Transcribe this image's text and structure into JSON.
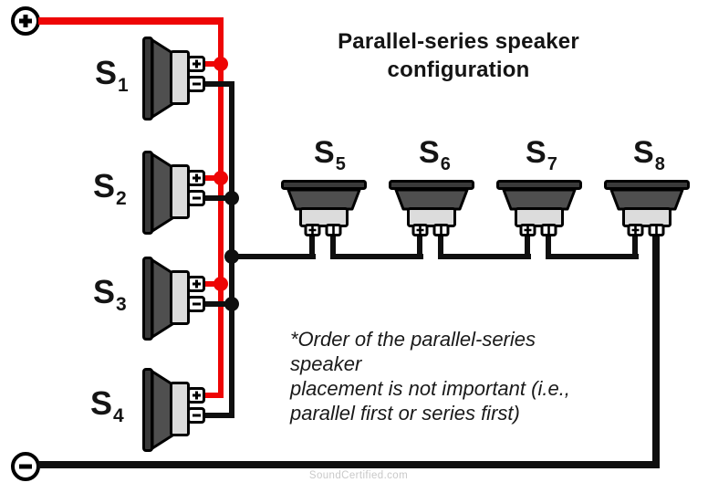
{
  "title": "Parallel-series speaker\nconfiguration",
  "note": "*Order of the parallel-series speaker\nplacement is not important (i.e.,\nparallel first or series first)",
  "watermark": "SoundCertified.com",
  "colors": {
    "positive_wire": "#ee0505",
    "negative_wire": "#0f0f0f",
    "cone": "#4f4f4f",
    "flange": "#3a3a3a",
    "magnet": "#dcdcdc",
    "watermark": "#c9c9c9"
  },
  "source": {
    "positive_symbol": "+",
    "negative_symbol": "−"
  },
  "speakers": [
    {
      "id": "S1",
      "label": "S",
      "sub": "1",
      "group": "parallel"
    },
    {
      "id": "S2",
      "label": "S",
      "sub": "2",
      "group": "parallel"
    },
    {
      "id": "S3",
      "label": "S",
      "sub": "3",
      "group": "parallel"
    },
    {
      "id": "S4",
      "label": "S",
      "sub": "4",
      "group": "parallel"
    },
    {
      "id": "S5",
      "label": "S",
      "sub": "5",
      "group": "series"
    },
    {
      "id": "S6",
      "label": "S",
      "sub": "6",
      "group": "series"
    },
    {
      "id": "S7",
      "label": "S",
      "sub": "7",
      "group": "series"
    },
    {
      "id": "S8",
      "label": "S",
      "sub": "8",
      "group": "series"
    }
  ]
}
